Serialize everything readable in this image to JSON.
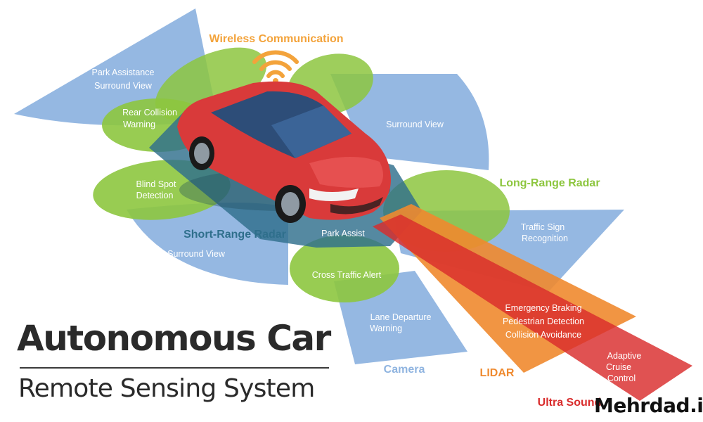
{
  "header": {
    "wireless": "Wireless Communication",
    "wireless_icon": "wifi-icon"
  },
  "title": {
    "main": "Autonomous Car",
    "sub": "Remote Sensing System"
  },
  "sensors": {
    "long_range_radar": "Long-Range Radar",
    "short_range_radar": "Short-Range Radar",
    "camera": "Camera",
    "lidar": "LIDAR",
    "ultrasound": "Ultra Sound"
  },
  "zones": {
    "park_assistance": [
      "Park Assistance",
      "Surround View"
    ],
    "rear_collision": [
      "Rear Collision",
      "Warning"
    ],
    "surround_view_top": "Surround View",
    "blind_spot": [
      "Blind Spot",
      "Detection"
    ],
    "surround_view_left": "Surround View",
    "park_assist": "Park Assist",
    "cross_traffic": "Cross Traffic Alert",
    "traffic_sign": [
      "Traffic Sign",
      "Recognition"
    ],
    "lane_departure": [
      "Lane Departure",
      "Warning"
    ],
    "lidar_features": [
      "Emergency Braking",
      "Pedestrian Detection",
      "Collision Avoidance"
    ],
    "adaptive_cruise": [
      "Adaptive",
      "Cruise",
      "Control"
    ]
  },
  "watermark": "Mehrdad.ir",
  "colors": {
    "camera_blue": "#8fb4e0",
    "radar_green": "#8dc63f",
    "short_radar_teal": "#2f6f8c",
    "lidar_orange": "#ef8a2f",
    "ultrasound_red": "#d92c2c",
    "wireless_orange": "#f3a33b",
    "car_red": "#d93a3a"
  }
}
